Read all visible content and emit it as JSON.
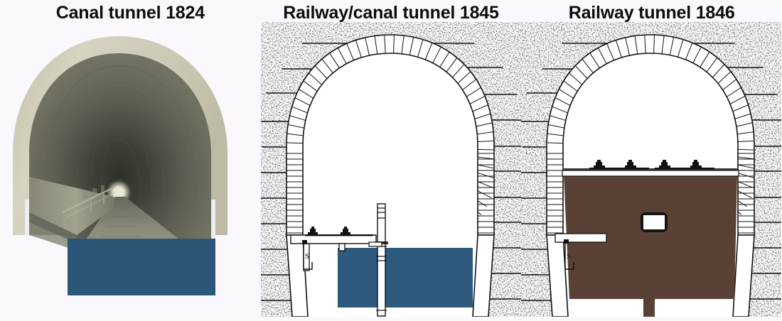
{
  "figure": {
    "background_color": "#faf8fd",
    "panel_count": 3
  },
  "panels": [
    {
      "id": "canal-tunnel-1824",
      "title": "Canal tunnel 1824",
      "kind": "photograph",
      "description": "Interior photograph of a canal tunnel looking along the bore, towpath on the left, distant tunnel portal light visible, water shown as solid blue block",
      "colors": {
        "water": "#2e5a7e",
        "lining_ring": "#d9d6c3",
        "bore_near": "#6f7062",
        "bore_far": "#3e4036",
        "towpath": "#9a9a89"
      },
      "features": [
        "tunnel-bore",
        "towpath",
        "handrail",
        "distant-portal-light",
        "water-block"
      ]
    },
    {
      "id": "railway-canal-tunnel-1845",
      "title": "Railway/canal tunnel 1845",
      "kind": "cross-section-drawing",
      "description": "Engineering cross-section: brick arch ring in rock strata; railway baulk road on a timber staging to the left, canal water retained to the right, vertical pile between them",
      "colors": {
        "water": "#2e5a7e",
        "ink": "#111111",
        "paper": "#ffffff"
      },
      "labels": [
        {
          "text": "S",
          "meaning": "section-marker"
        }
      ],
      "features": [
        "brick-arch-ring",
        "rock-strata-hatching",
        "rail-chairs",
        "longitudinal-sleeper",
        "vertical-pile",
        "canal-water"
      ],
      "rail_chair_count": 2
    },
    {
      "id": "railway-tunnel-1846",
      "title": "Railway tunnel 1846",
      "kind": "cross-section-drawing",
      "description": "Engineering cross-section: same brick arch ring, canal fully filled with earth/ballast, full-width baulk road of four rail chairs on top, drainage culvert in the fill and a vertical drain below",
      "colors": {
        "fill_earth": "#5a4135",
        "culvert": "#ffffff",
        "ink": "#111111",
        "paper": "#ffffff"
      },
      "labels": [
        {
          "text": "S",
          "meaning": "section-marker"
        }
      ],
      "features": [
        "brick-arch-ring",
        "rock-strata-hatching",
        "rail-chairs",
        "earth-fill",
        "drainage-culvert",
        "vertical-drain"
      ],
      "rail_chair_count": 4
    }
  ]
}
